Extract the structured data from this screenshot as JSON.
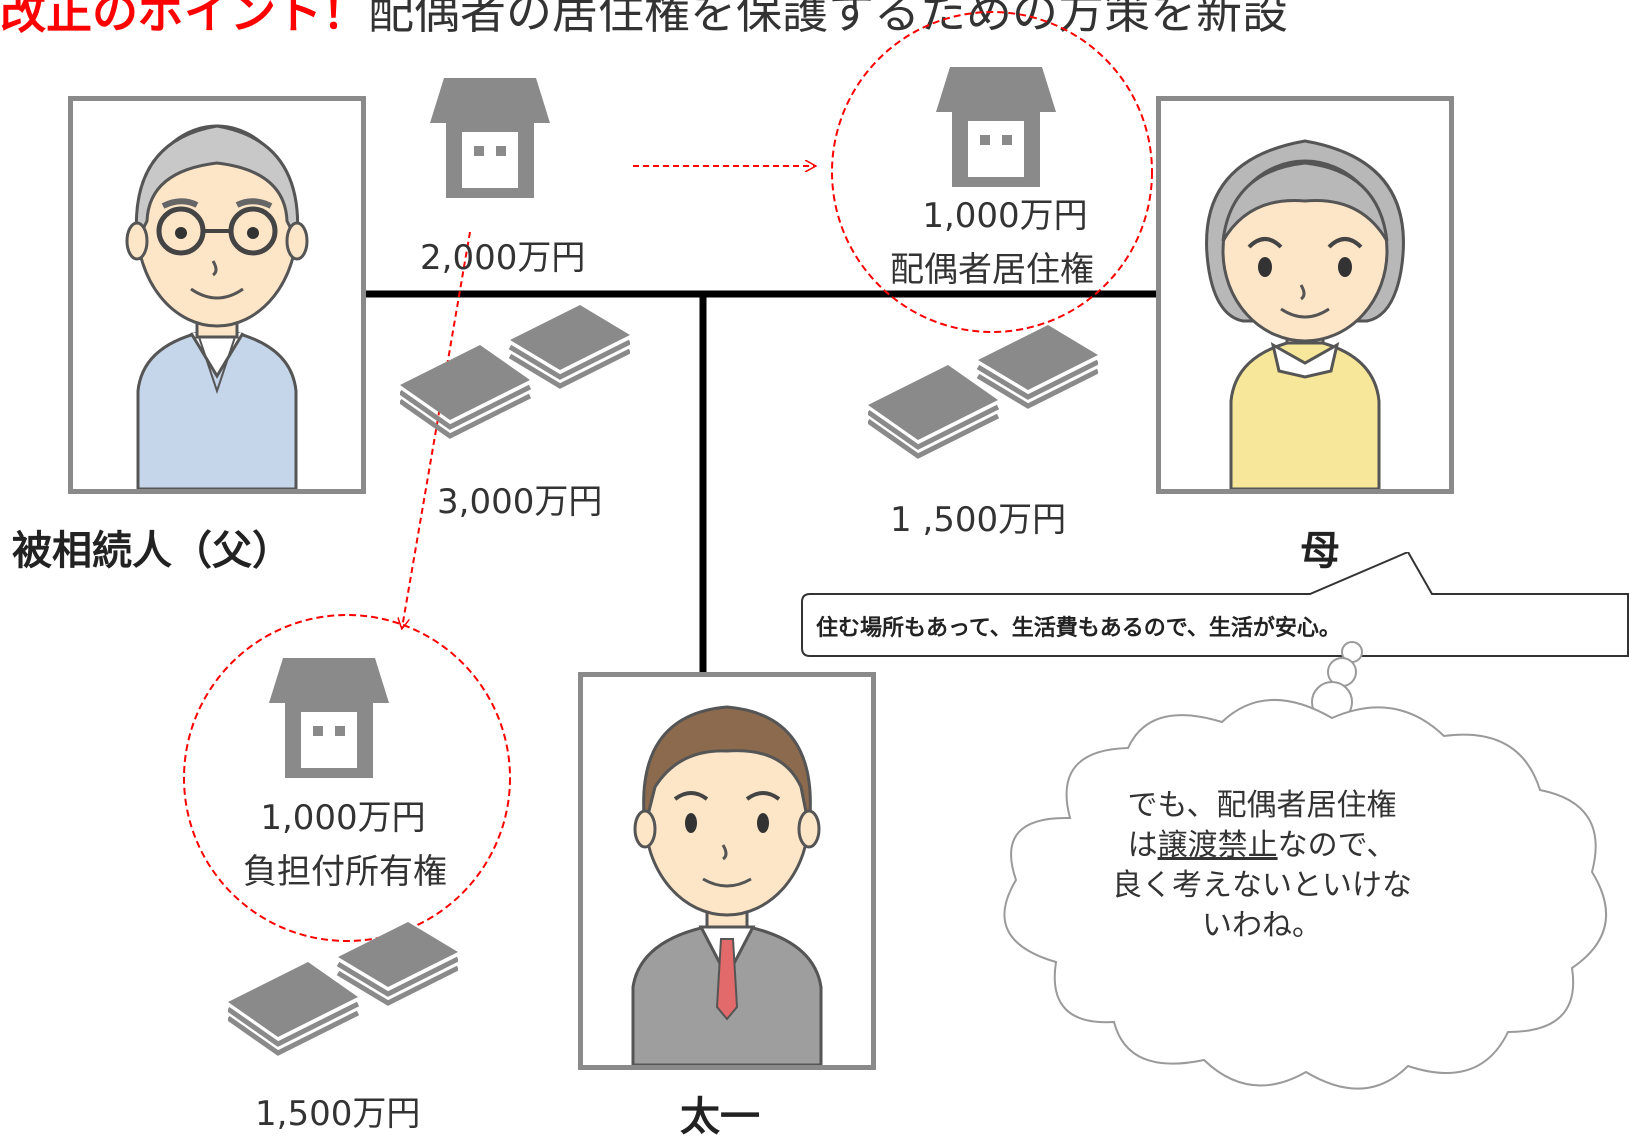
{
  "header": {
    "title_prefix": "改正のポイント！",
    "title_rest": "配偶者の居住権を保護するための方策を新設"
  },
  "people": {
    "father": {
      "name": "被相続人（父）"
    },
    "mother": {
      "name": "母"
    },
    "son": {
      "name": "太一"
    }
  },
  "assets": {
    "father_house": {
      "amount": "2,000万円"
    },
    "father_cash": {
      "amount": "3,000万円"
    },
    "mother_house": {
      "amount": "1,000万円",
      "right": "配偶者居住権"
    },
    "mother_cash": {
      "amount": "1 ,500万円"
    },
    "son_house": {
      "amount": "1,000万円",
      "right": "負担付所有権"
    },
    "son_cash": {
      "amount": "1,500万円"
    }
  },
  "speech": {
    "mother_text": "住む場所もあって、生活費もあるので、生活が安心。"
  },
  "thought": {
    "line1": "でも、配偶者居住権",
    "line2_prefix": "は",
    "line2_underlined": "譲渡禁止",
    "line2_suffix": "なので、",
    "line3": "良く考えないといけな",
    "line4": "いわね。"
  },
  "colors": {
    "accent": "#ff0000",
    "icon_gray": "#8a8a8a",
    "frame_gray": "#8a8a8a",
    "line_black": "#000000",
    "text": "#333333"
  },
  "icons": [
    "house-icon",
    "cash-stack-icon",
    "elderly-man-illustration",
    "elderly-woman-illustration",
    "businessman-illustration"
  ]
}
